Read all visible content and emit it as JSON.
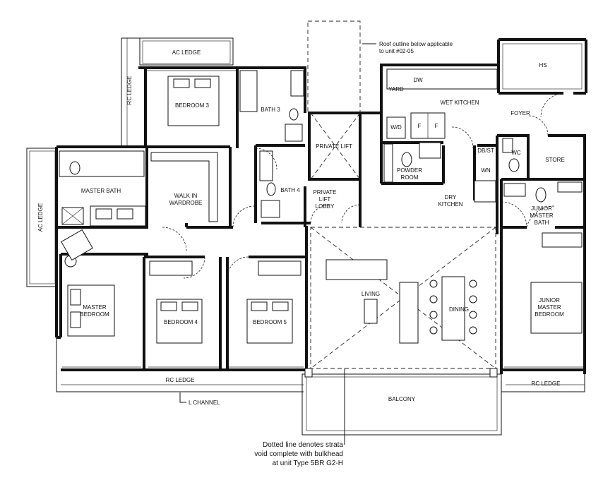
{
  "rooms": {
    "ac_ledge_top": "AC LEDGE",
    "rc_ledge_left": "RC LEDGE",
    "bedroom_3": "BEDROOM 3",
    "bath_3": "BATH 3",
    "bath_4": "BATH 4",
    "private_lift": "PRIVATE LIFT",
    "private_lift_lobby_1": "PRIVATE",
    "private_lift_lobby_2": "LIFT",
    "private_lift_lobby_3": "LOBBY",
    "yard": "YARD",
    "dw": "DW",
    "wet_kitchen": "WET KITCHEN",
    "wd": "W/D",
    "f1": "F",
    "f2": "F",
    "hs": "HS",
    "foyer": "FOYER",
    "store": "STORE",
    "wc": "WC",
    "db_st": "DB/ST",
    "wn": "WN",
    "powder_room_1": "POWDER",
    "powder_room_2": "ROOM",
    "dry_kitchen_1": "DRY",
    "dry_kitchen_2": "KITCHEN",
    "master_bath": "MASTER BATH",
    "walk_in_1": "WALK IN",
    "walk_in_2": "WARDROBE",
    "ac_ledge_left": "AC LEDGE",
    "master_bedroom_1": "MASTER",
    "master_bedroom_2": "BEDROOM",
    "bedroom_4": "BEDROOM 4",
    "bedroom_5": "BEDROOM 5",
    "living": "LIVING",
    "dining": "DINING",
    "junior_master_bath_1": "JUNIOR",
    "junior_master_bath_2": "MASTER",
    "junior_master_bath_3": "BATH",
    "junior_master_bedroom_1": "JUNIOR",
    "junior_master_bedroom_2": "MASTER",
    "junior_master_bedroom_3": "BEDROOM",
    "rc_ledge_bottom_left": "RC LEDGE",
    "rc_ledge_bottom_right": "RC LEDGE",
    "balcony": "BALCONY",
    "l_channel": "L CHANNEL"
  },
  "notes": {
    "roof_line_1": "Roof outline below applicable",
    "roof_line_2": "to unit #02-05",
    "strata_line_1": "Dotted line denotes strata",
    "strata_line_2": "void complete with bulkhead",
    "strata_line_3": "at unit Type 5BR G2-H"
  }
}
